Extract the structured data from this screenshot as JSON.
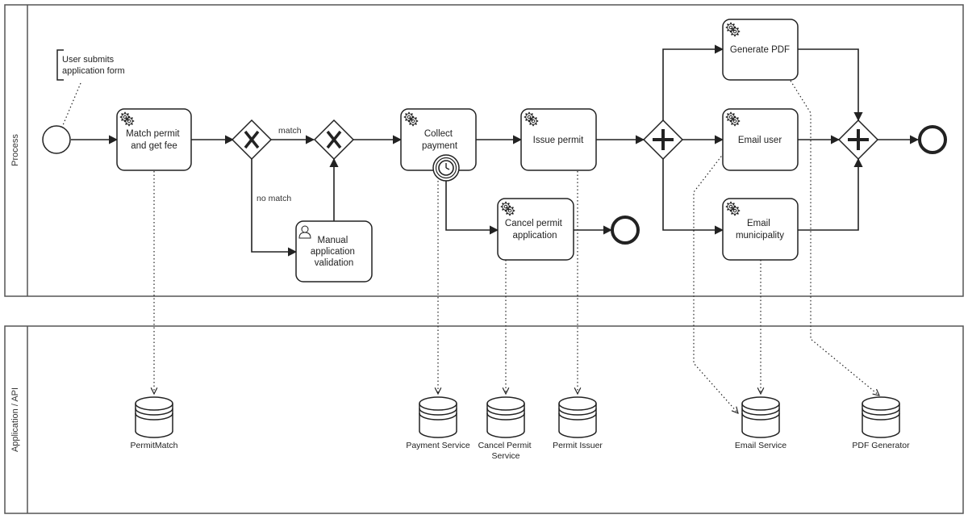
{
  "lanes": {
    "process": "Process",
    "application_api": "Application / API"
  },
  "annotation": {
    "line1": "User submits",
    "line2": "application form"
  },
  "tasks": {
    "match_permit": [
      "Match permit",
      "and get fee"
    ],
    "manual_validation": [
      "Manual",
      "application",
      "validation"
    ],
    "collect_payment": [
      "Collect",
      "payment"
    ],
    "issue_permit": [
      "Issue permit"
    ],
    "cancel_permit": [
      "Cancel permit",
      "application"
    ],
    "generate_pdf": [
      "Generate PDF"
    ],
    "email_user": [
      "Email user"
    ],
    "email_municipality": [
      "Email",
      "municipality"
    ]
  },
  "flow_labels": {
    "match": "match",
    "no_match": "no match"
  },
  "data_stores": {
    "permitmatch": [
      "PermitMatch"
    ],
    "payment_service": [
      "Payment Service"
    ],
    "cancel_permit_service": [
      "Cancel Permit",
      "Service"
    ],
    "permit_issuer": [
      "Permit Issuer"
    ],
    "email_service": [
      "Email Service"
    ],
    "pdf_generator": [
      "PDF Generator"
    ]
  },
  "colors": {
    "stroke": "#222222",
    "background": "#ffffff",
    "lane_border": "#555555"
  },
  "icons": {
    "service_task": "gear-icon",
    "user_task": "user-icon",
    "exclusive_gateway": "x-icon",
    "parallel_gateway": "plus-icon",
    "timer_event": "clock-icon",
    "data_store": "database-icon"
  }
}
